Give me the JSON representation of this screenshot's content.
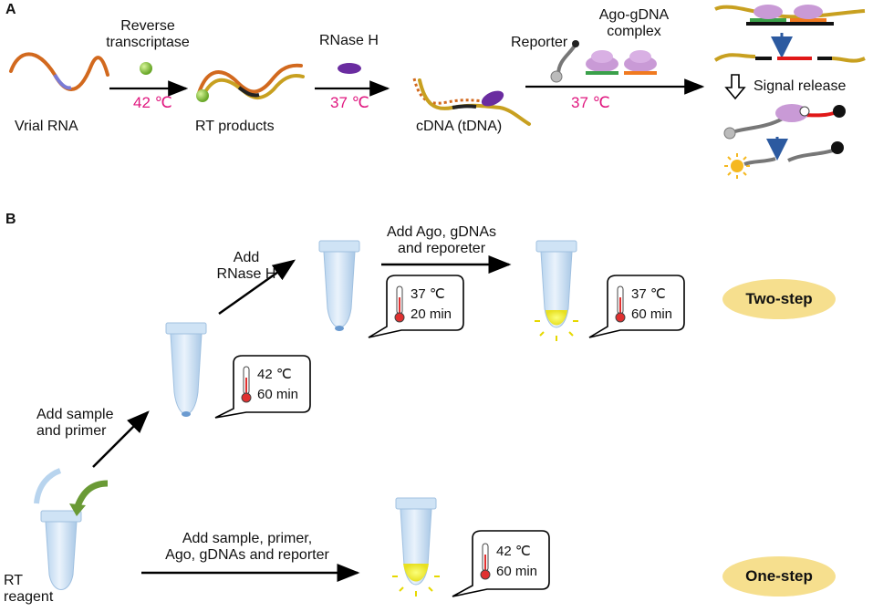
{
  "panels": {
    "a": "A",
    "b": "B"
  },
  "panel_a": {
    "stage_labels": [
      "Vrial RNA",
      "RT products",
      "cDNA (tDNA)"
    ],
    "enzyme_labels": {
      "reverse_transcriptase": "Reverse\ntranscriptase",
      "rnase_h": "RNase H",
      "reporter": "Reporter",
      "ago_gdna": "Ago-gDNA\ncomplex"
    },
    "temperatures": [
      "42 ℃",
      "37 ℃",
      "37 ℃"
    ],
    "signal_release": "Signal release"
  },
  "panel_b": {
    "step_labels": {
      "add_sample_primer": "Add sample\nand primer",
      "add_rnase_h": "Add\nRNase H",
      "add_ago": "Add Ago, gDNAs\nand reporeter",
      "add_all": "Add sample, primer,\nAgo, gDNAs and reporter",
      "rt_reagent": "RT\nreagent"
    },
    "conditions": [
      {
        "temp": "42 ℃",
        "time": "60 min"
      },
      {
        "temp": "37 ℃",
        "time": "20 min"
      },
      {
        "temp": "37 ℃",
        "time": "60 min"
      },
      {
        "temp": "42 ℃",
        "time": "60 min"
      }
    ],
    "methods": {
      "two_step": "Two-step",
      "one_step": "One-step"
    }
  },
  "colors": {
    "rna_strand": "#d2691e",
    "cdna_strand": "#c8a020",
    "temperature_text": "#e0177f",
    "pill_fill": "#f6df8e",
    "tube_fill": "#cfe3f5",
    "signal_yellow": "#f4ee3a",
    "rt_enzyme": "#8fce3a",
    "rnase_h_enzyme": "#6a2ca0",
    "ago_protein": "#c99ad6",
    "arrow_head": "#4a84c8",
    "leaf_arrow": "#6a9a35"
  }
}
